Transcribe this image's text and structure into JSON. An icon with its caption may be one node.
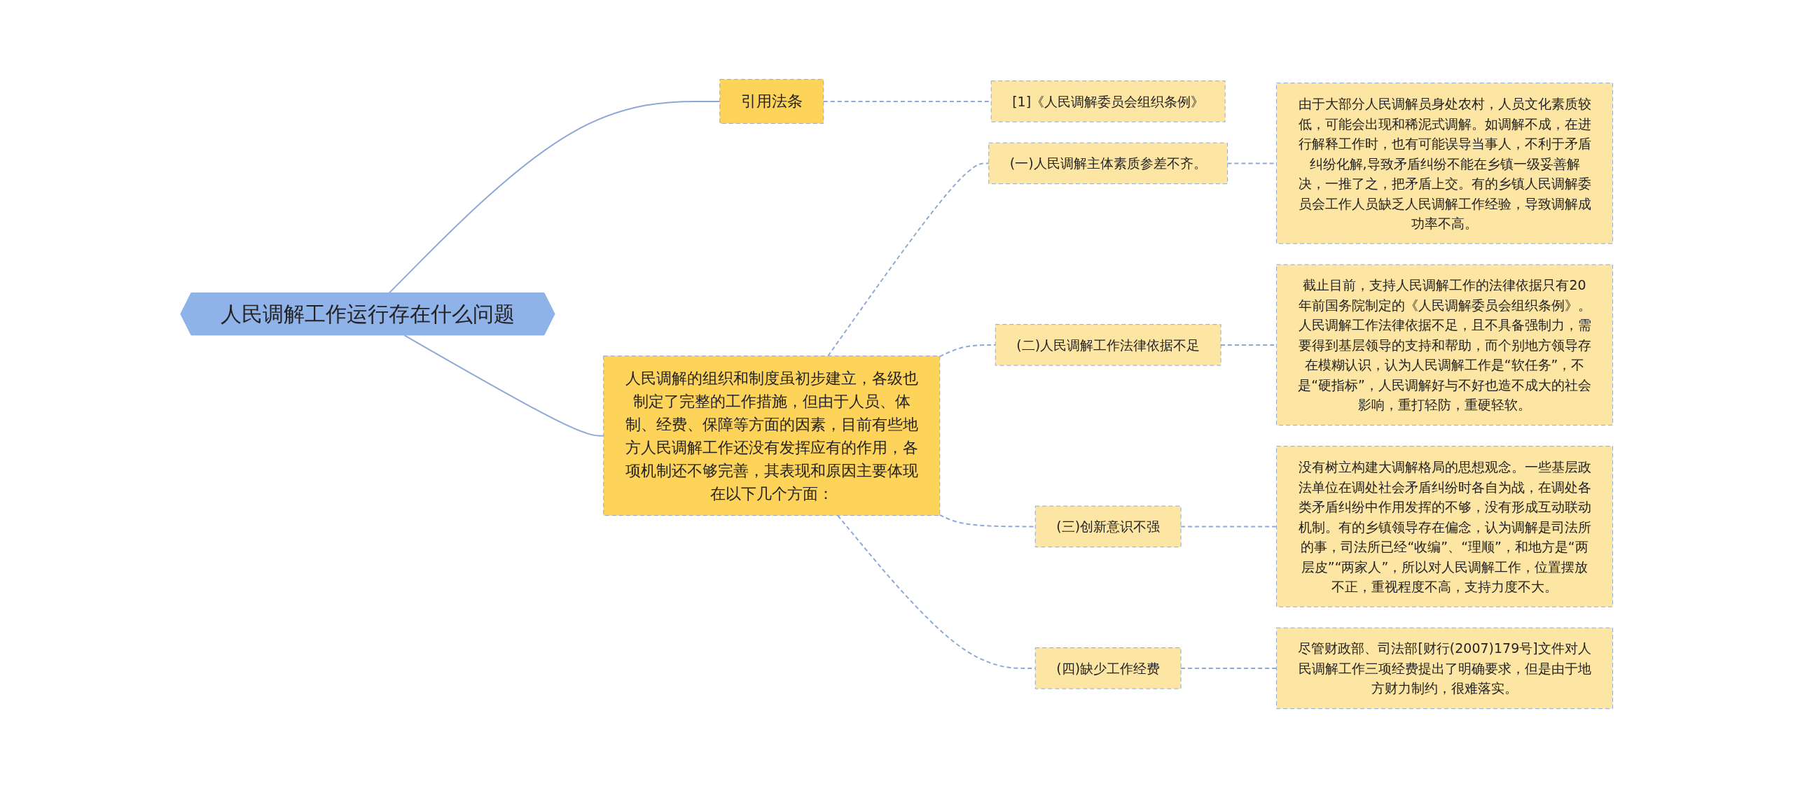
{
  "diagram": {
    "nodes": [
      {
        "text": [
          "人民调解工作运行存在什么问题"
        ]
      },
      {
        "text": [
          "引用法条"
        ]
      },
      {
        "text": [
          "[1]《人民调解委员会组织条例》"
        ]
      },
      {
        "text": [
          "人民调解的组织和制度虽初步建立，各级也制定了完整的工作措施，但由于人员、体制、经费、保障等方面的因素，目前有些地方人民调解工作还没有发挥应有的作用，各项机制还不够完善，其表现和原因主要体现在以下几个方面："
        ]
      },
      {
        "text": [
          "(一)人民调解主体素质参差不齐。"
        ]
      },
      {
        "text": [
          "(二)人民调解工作法律依据不足"
        ]
      },
      {
        "text": [
          "(三)创新意识不强"
        ]
      },
      {
        "text": [
          "(四)缺少工作经费"
        ]
      },
      {
        "text": [
          "由于大部分人民调解员身处农村，人员文化素质较低，可能会出现和稀泥式调解。如调解不成，在进行解释工作时，也有可能误导当事人，不利于矛盾纠纷化解,导致矛盾纠纷不能在乡镇一级妥善解决，一推了之，把矛盾上交。有的乡镇人民调解委员会工作人员缺乏人民调解工作经验，导致调解成功率不高。"
        ]
      },
      {
        "text": [
          "截止目前，支持人民调解工作的法律依据只有20年前国务院制定的《人民调解委员会组织条例》。人民调解工作法律依据不足，且不具备强制力，需要得到基层领导的支持和帮助，而个别地方领导存在模糊认识，认为人民调解工作是“软任务”，不是“硬指标”，人民调解好与不好也造不成大的社会影响，重打轻防，重硬轻软。"
        ]
      },
      {
        "text": [
          "没有树立构建大调解格局的思想观念。一些基层政法单位在调处社会矛盾纠纷时各自为战，在调处各类矛盾纠纷中作用发挥的不够，没有形成互动联动机制。有的乡镇领导存在偏念，认为调解是司法所的事，司法所已经“收编”、“理顺”，和地方是“两层皮”“两家人”，所以对人民调解工作，位置摆放不正，重视程度不高，支持力度不大。"
        ]
      },
      {
        "text": [
          "尽管财政部、司法部[财行(2007)179号]文件对人民调解工作三项经费提出了明确要求，但是由于地方财力制约，很难落实。"
        ]
      }
    ],
    "edges": [
      {
        "from": 0,
        "to": 1,
        "arrow": "none"
      },
      {
        "from": 1,
        "to": 2,
        "arrow": "none",
        "style": "dashed"
      },
      {
        "from": 0,
        "to": 3,
        "arrow": "none"
      },
      {
        "from": 3,
        "to": 4,
        "arrow": "none",
        "style": "dashed"
      },
      {
        "from": 3,
        "to": 5,
        "arrow": "none",
        "style": "dashed"
      },
      {
        "from": 3,
        "to": 6,
        "arrow": "none",
        "style": "dashed"
      },
      {
        "from": 3,
        "to": 7,
        "arrow": "none",
        "style": "dashed"
      },
      {
        "from": 4,
        "to": 8,
        "arrow": "none",
        "style": "dashed"
      },
      {
        "from": 5,
        "to": 9,
        "arrow": "none",
        "style": "dashed"
      },
      {
        "from": 6,
        "to": 10,
        "arrow": "none",
        "style": "dashed"
      },
      {
        "from": 7,
        "to": 11,
        "arrow": "none",
        "style": "dashed"
      }
    ]
  }
}
